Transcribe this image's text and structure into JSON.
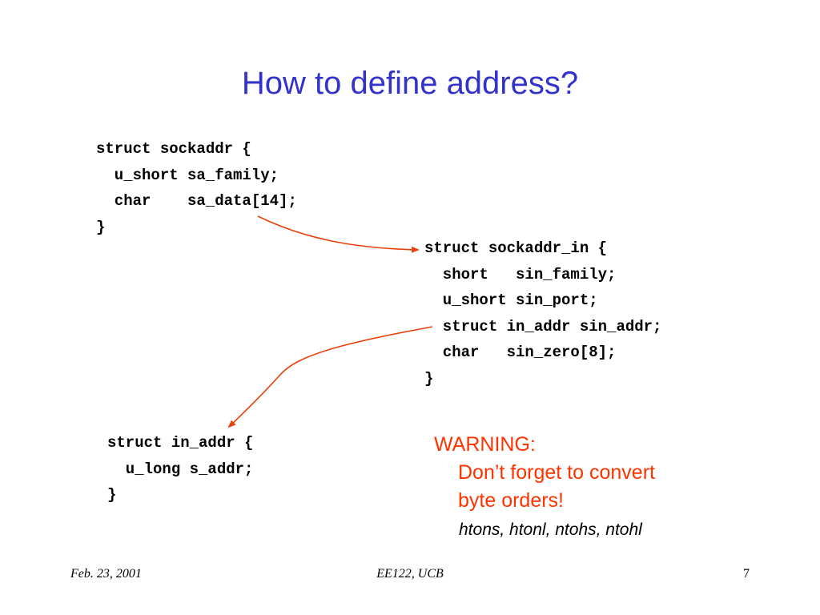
{
  "slide": {
    "title": "How to define address?",
    "sockaddr": [
      "struct sockaddr {",
      "  u_short sa_family;",
      "  char    sa_data[14];",
      "}"
    ],
    "sockaddr_in": [
      "struct sockaddr_in {",
      "  short   sin_family;",
      "  u_short sin_port;",
      "  struct in_addr sin_addr;",
      "  char   sin_zero[8];",
      "}"
    ],
    "in_addr": [
      "struct in_addr {",
      "  u_long s_addr;",
      "}"
    ],
    "warning": {
      "heading": "WARNING:",
      "line1": "Don’t forget to convert",
      "line2": "byte orders!"
    },
    "functions": "htons, htonl, ntohs, ntohl",
    "colors": {
      "title": "#3333cc",
      "warning": "#ff3300",
      "arrow": "#e8400c"
    }
  },
  "footer": {
    "date": "Feb. 23, 2001",
    "course": "EE122, UCB",
    "page": "7"
  }
}
